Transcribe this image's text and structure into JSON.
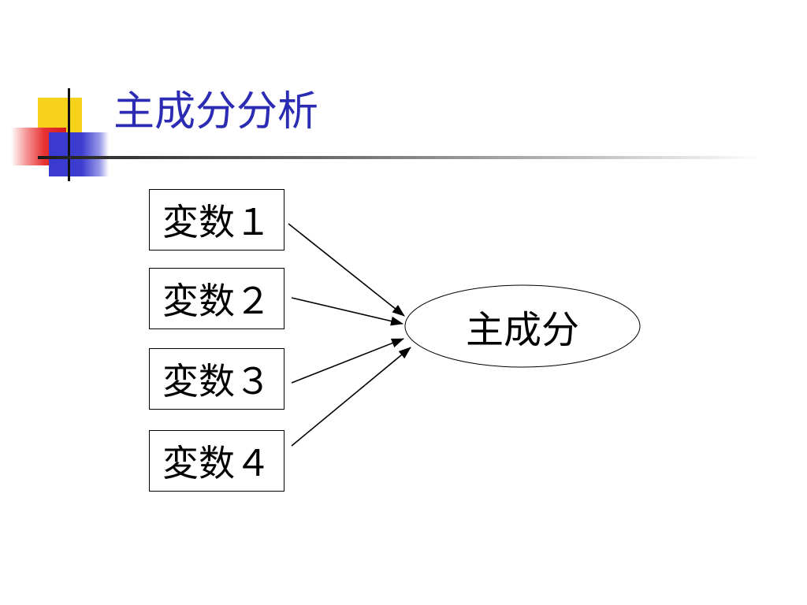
{
  "title": "主成分分析",
  "variables": [
    "変数１",
    "変数２",
    "変数３",
    "変数４"
  ],
  "component": "主成分"
}
